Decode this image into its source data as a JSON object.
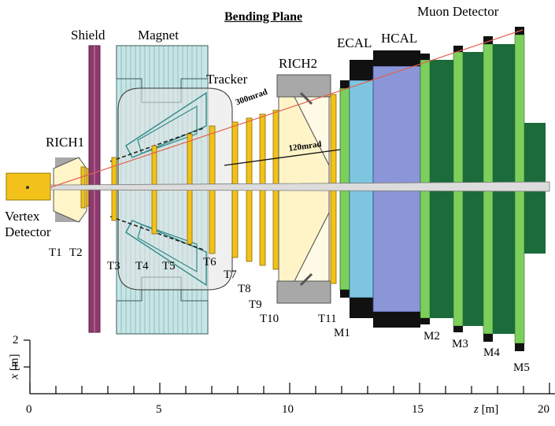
{
  "title": "Bending Plane",
  "labels": {
    "shield": "Shield",
    "magnet": "Magnet",
    "tracker": "Tracker",
    "rich1": "RICH1",
    "rich2": "RICH2",
    "ecal": "ECAL",
    "hcal": "HCAL",
    "muon": "Muon Detector",
    "vertex_line1": "Vertex",
    "vertex_line2": "Detector",
    "angle_300": "300mrad",
    "angle_120": "120mrad"
  },
  "stations": {
    "t1": "T1",
    "t2": "T2",
    "t3": "T3",
    "t4": "T4",
    "t5": "T5",
    "t6": "T6",
    "t7": "T7",
    "t8": "T8",
    "t9": "T9",
    "t10": "T10",
    "t11": "T11",
    "m1": "M1",
    "m2": "M2",
    "m3": "M3",
    "m4": "M4",
    "m5": "M5"
  },
  "axis": {
    "xlabel_var": "x",
    "xlabel_unit": "[m]",
    "zlabel_var": "z",
    "zlabel_unit": "[m]",
    "y_ticks": [
      "2",
      "1"
    ],
    "z_ticks": [
      "0",
      "5",
      "10",
      "15",
      "20"
    ],
    "z_range": [
      0,
      20
    ]
  },
  "colors": {
    "shield": "#8e3a6e",
    "magnet": "#c6e6e6",
    "tracker_box": "#e3e3e3",
    "station": "#f2c21a",
    "rich": "#fff5c8",
    "ecal": "#7ec6e0",
    "hcal": "#8a96d8",
    "muon_light": "#7ccf5c",
    "muon_dark": "#1c6b3a",
    "beam_pipe": "#dcdcdc",
    "ray": "#e06050"
  }
}
